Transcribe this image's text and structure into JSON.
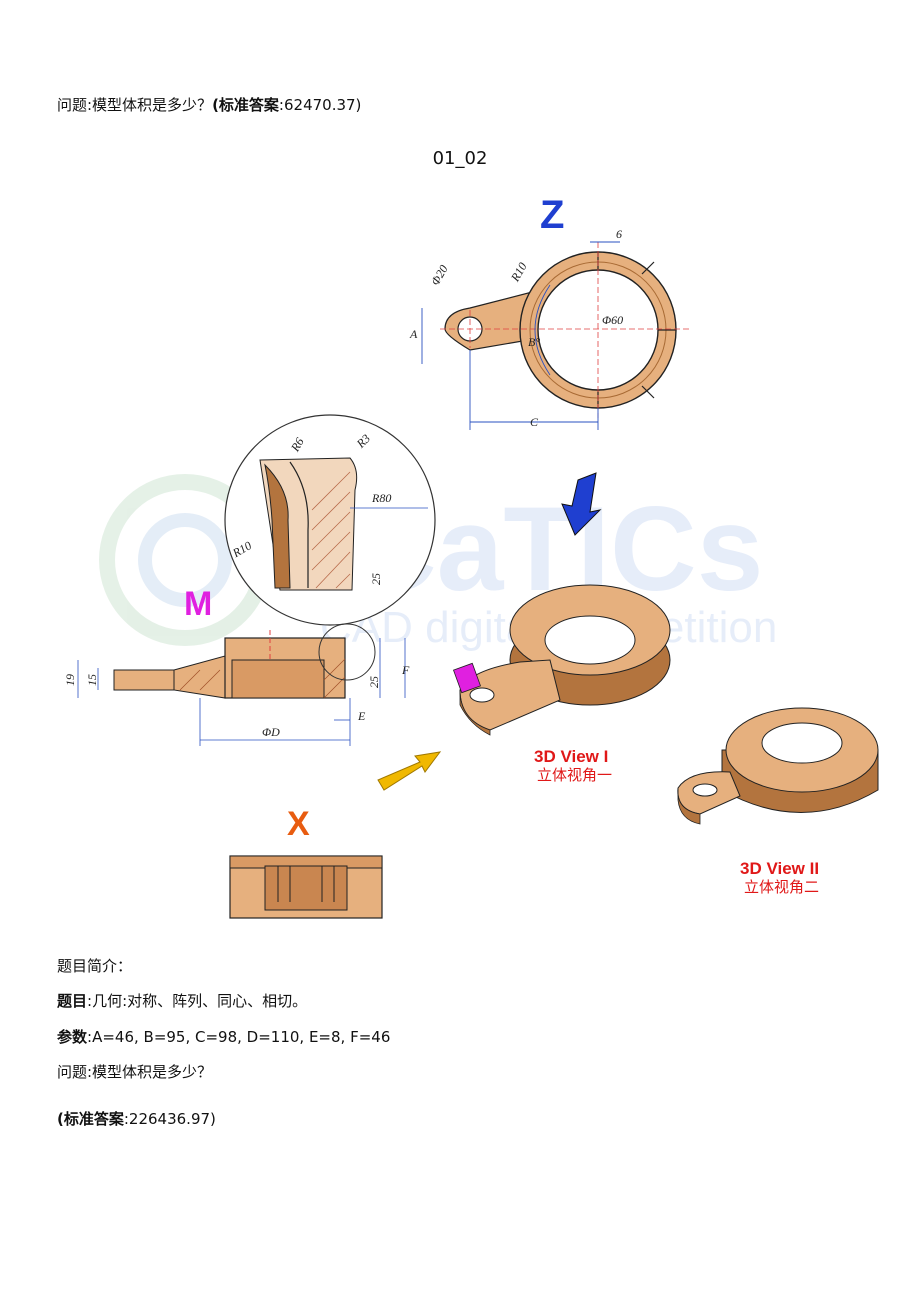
{
  "question_top": {
    "label": "问题:模型体积是多少？",
    "answer_prefix": "(标准答案",
    "answer_value": ":62470.37)"
  },
  "drawing_id": "01_02",
  "drawing": {
    "views": {
      "z": "Z",
      "m": "M",
      "x": "X"
    },
    "dims": {
      "d20": "Φ20",
      "r10": "R10",
      "d6": "6",
      "a": "A",
      "b": "B°",
      "d60": "Φ60",
      "c": "C",
      "r6": "R6",
      "r3": "R3",
      "r80": "R80",
      "r10b": "R10",
      "d25a": "25",
      "d19": "19",
      "d15": "15",
      "d25b": "25",
      "f": "F",
      "e": "E",
      "dd": "ΦD"
    },
    "view1_en": "3D View I",
    "view1_cn": "立体视角一",
    "view2_en": "3D View II",
    "view2_cn": "立体视角二",
    "watermark_main": "CaTICs",
    "watermark_sub": "CAD digital competition",
    "colors": {
      "copper": "#e6b07e",
      "copper_dark": "#b3743e",
      "blue": "#1f3fd0",
      "magenta": "#e020e0",
      "orange": "#e85c10",
      "red": "#e01818"
    }
  },
  "intro": "题目简介：",
  "topic": {
    "label": "题目",
    "value": ":几何:对称、阵列、同心、相切。"
  },
  "params": {
    "label": "参数",
    "value": ":A=46,  B=95,  C=98,  D=110,  E=8,  F=46"
  },
  "question_bottom": "问题:模型体积是多少？",
  "answer_bottom": {
    "prefix": "(标准答案",
    "value": ":226436.97)"
  }
}
